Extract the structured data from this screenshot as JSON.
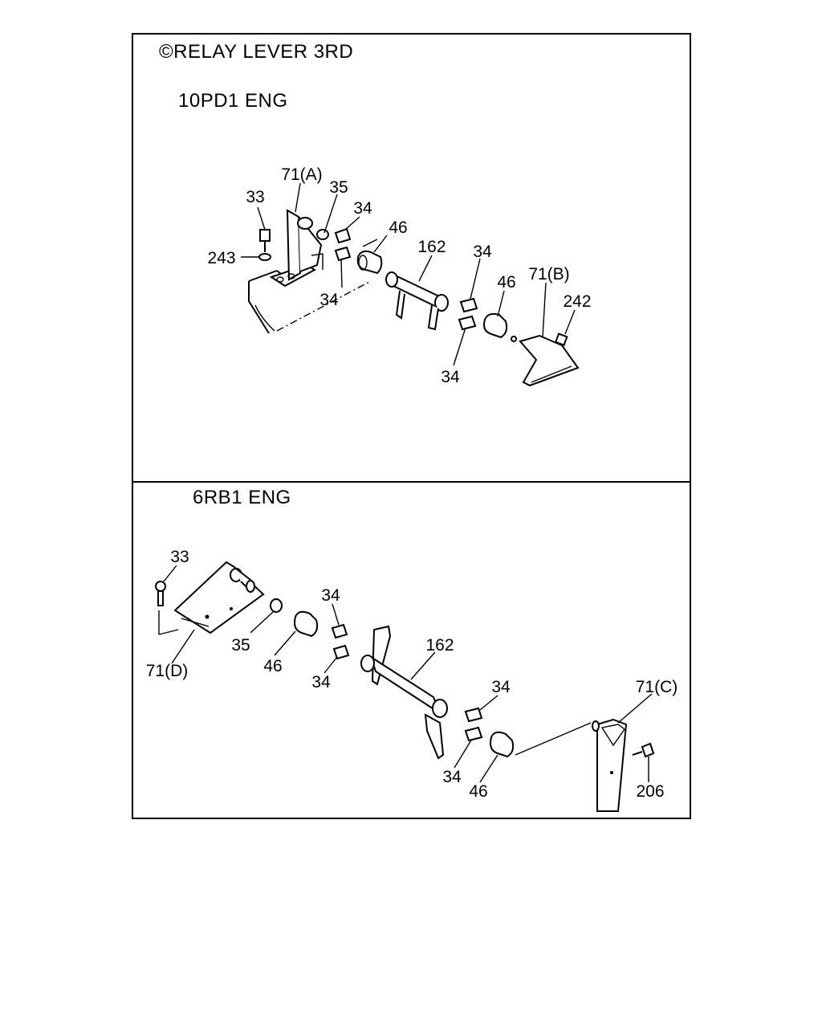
{
  "title": "©RELAY LEVER 3RD",
  "sections": [
    {
      "engine": "10PD1 ENG",
      "callouts": [
        "33",
        "71(A)",
        "35",
        "34",
        "243",
        "46",
        "162",
        "34",
        "34",
        "46",
        "71(B)",
        "242",
        "34"
      ]
    },
    {
      "engine": "6RB1 ENG",
      "callouts": [
        "33",
        "34",
        "35",
        "46",
        "34",
        "71(D)",
        "162",
        "34",
        "71(C)",
        "34",
        "46",
        "206"
      ]
    }
  ]
}
